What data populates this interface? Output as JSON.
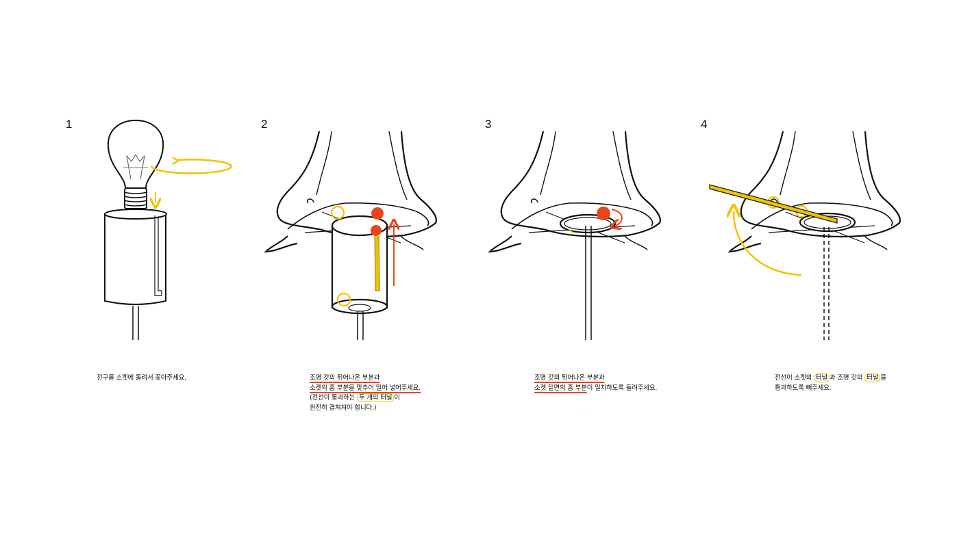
{
  "steps": [
    {
      "number": "1",
      "caption": {
        "line1": "전구를 소켓에 돌려서 꽂아주세요."
      }
    },
    {
      "number": "2",
      "caption": {
        "line1": "조명 갓의 튀어나온 부분과",
        "line2": "소켓의 홈 부분을 맞추어 밀어 넣어주세요.",
        "line3_a": "(전선이 통과하는 ",
        "line3_b": "두 개의 터널",
        "line3_c": "이",
        "line4": "완전히 겹쳐져야 합니다.)"
      }
    },
    {
      "number": "3",
      "caption": {
        "line1": "조명 갓의 튀어나온 부분과",
        "line2_a": "소켓 밑면의 홈 부분",
        "line2_b": "이 일치하도록 돌려주세요."
      }
    },
    {
      "number": "4",
      "caption": {
        "line1_a": "전선이 소켓의 ",
        "line1_b": "터널",
        "line1_c": "과  조명 갓의 ",
        "line1_d": "터널",
        "line1_e": "을",
        "line2": "통과하도록 빼주세요."
      }
    }
  ],
  "colors": {
    "accent_yellow": "#f2c200",
    "accent_red": "#e8451e",
    "line": "#111111"
  }
}
